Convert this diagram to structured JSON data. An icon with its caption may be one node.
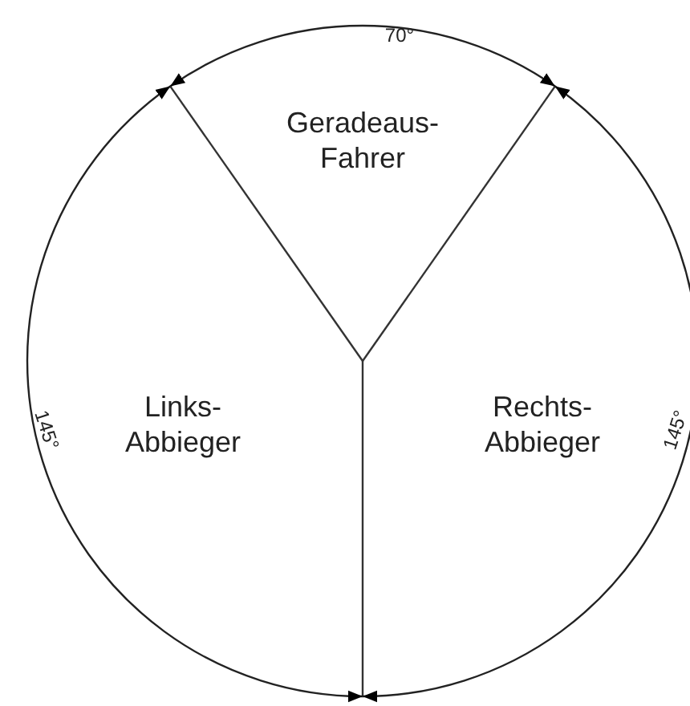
{
  "diagram": {
    "labels": [
      "70°",
      "Geradeaus- Fahrer",
      "Links- Abbieger",
      "145°",
      "Rechts- Abbieger",
      "145°"
    ]
  }
}
